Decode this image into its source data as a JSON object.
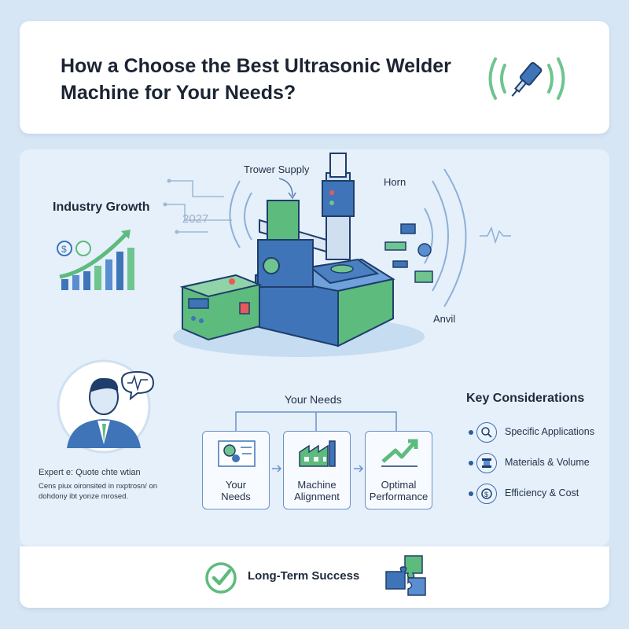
{
  "header": {
    "title": "How a Choose the Best Ultrasonic Welder Machine for Your Needs?"
  },
  "machine": {
    "power_supply_label": "Trower Supply",
    "horn_label": "Horn",
    "anvil_label": "Anvil",
    "year_label": "2027"
  },
  "industry": {
    "title": "Industry Growth"
  },
  "expert": {
    "title": "Expert e: Quote chte wtian",
    "body_line1": "Cens piux oironsited in nxptrosn/ on",
    "body_line2": "dohdony ibt yonze mrosed."
  },
  "needs": {
    "title": "Your Needs",
    "steps": [
      {
        "label_line1": "Your",
        "label_line2": "Needs",
        "icon": "gear-document-icon"
      },
      {
        "label_line1": "Machine",
        "label_line2": "Alignment",
        "icon": "factory-icon"
      },
      {
        "label_line1": "Optimal",
        "label_line2": "Performance",
        "icon": "growth-arrow-icon"
      }
    ]
  },
  "considerations": {
    "title": "Key Considerations",
    "items": [
      {
        "label": "Specific Applications",
        "icon": "magnifier-icon"
      },
      {
        "label": "Materials & Volume",
        "icon": "spool-icon"
      },
      {
        "label": "Efficiency & Cost",
        "icon": "clock-dollar-icon"
      }
    ]
  },
  "footer": {
    "label": "Long-Term Success"
  },
  "colors": {
    "accent_blue": "#3f74b8",
    "accent_green": "#5dbb7e",
    "background": "#d6e6f5"
  }
}
